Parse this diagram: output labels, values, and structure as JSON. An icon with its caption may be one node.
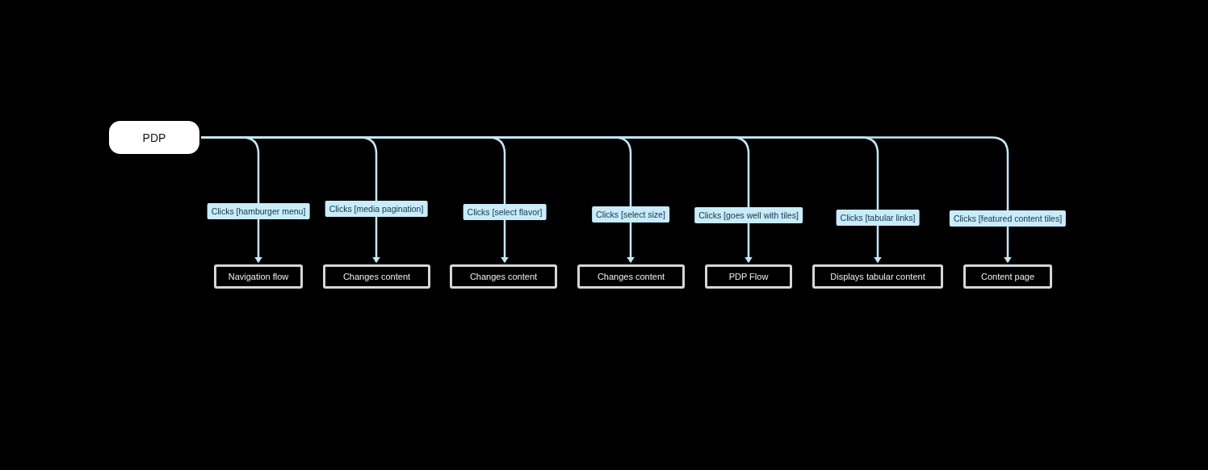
{
  "diagram": {
    "nodes": [
      {
        "text": [
          "PDP"
        ]
      },
      {
        "text": [
          "Navigation flow"
        ]
      },
      {
        "text": [
          "Changes content"
        ]
      },
      {
        "text": [
          "Changes content"
        ]
      },
      {
        "text": [
          "Changes content"
        ]
      },
      {
        "text": [
          "PDP Flow"
        ]
      },
      {
        "text": [
          "Displays tabular content"
        ]
      },
      {
        "text": [
          "Content page"
        ]
      }
    ],
    "edges": [
      {
        "from": 0,
        "to": 1,
        "arrow": "to",
        "label": "Clicks [hamburger menu]"
      },
      {
        "from": 0,
        "to": 2,
        "arrow": "to",
        "label": "Clicks [media pagination]"
      },
      {
        "from": 0,
        "to": 3,
        "arrow": "to",
        "label": "Clicks [select flavor]"
      },
      {
        "from": 0,
        "to": 4,
        "arrow": "to",
        "label": "Clicks [select size]"
      },
      {
        "from": 0,
        "to": 5,
        "arrow": "to",
        "label": "Clicks [goes well with tiles]"
      },
      {
        "from": 0,
        "to": 6,
        "arrow": "to",
        "label": "Clicks [tabular links]"
      },
      {
        "from": 0,
        "to": 7,
        "arrow": "to",
        "label": "Clicks [featured content tiles]"
      }
    ]
  }
}
